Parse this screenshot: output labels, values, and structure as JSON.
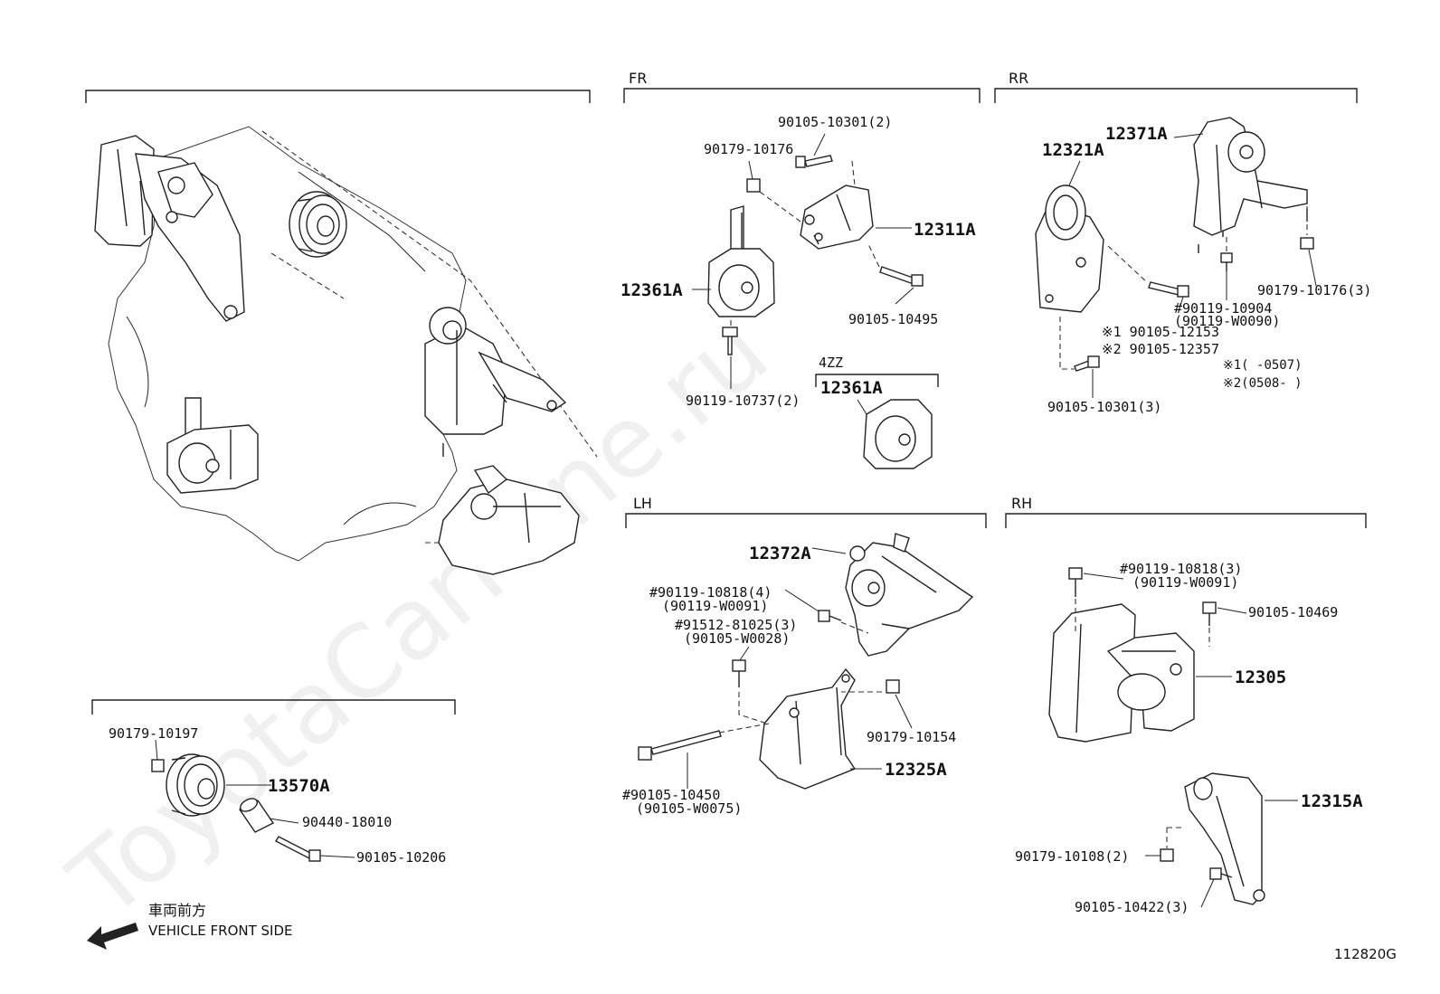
{
  "watermark": "ToyotaCarMine.ru",
  "sections": {
    "fr": "FR",
    "rr": "RR",
    "lh": "LH",
    "rh": "RH",
    "fr_variant": "4ZZ"
  },
  "callouts": {
    "fr_bolt_top": "90105-10301(2)",
    "fr_nut": "90179-10176",
    "fr_bracket": "12311A",
    "fr_insulator": "12361A",
    "fr_bolt_long": "90105-10495",
    "fr_bolt_bottom": "90119-10737(2)",
    "fr_4zz_insulator": "12361A",
    "rr_insulator": "12321A",
    "rr_bracket": "12371A",
    "rr_nut": "90179-10176(3)",
    "rr_bolt_a": "#90119-10904",
    "rr_bolt_a_alt": "(90119-W0090)",
    "rr_bolt_b": "※1 90105-12153",
    "rr_bolt_c": "※2 90105-12357",
    "rr_note_1": "※1(        -0507)",
    "rr_note_2": "※2(0508-        )",
    "rr_bolt_d": "90105-10301(3)",
    "lh_mount": "12372A",
    "lh_bolt_a": "#90119-10818(4)",
    "lh_bolt_a_alt": "(90119-W0091)",
    "lh_bolt_b": "#91512-81025(3)",
    "lh_bolt_b_alt": "(90105-W0028)",
    "lh_nut": "90179-10154",
    "lh_bracket": "12325A",
    "lh_bolt_long": "#90105-10450",
    "lh_bolt_long_alt": "(90105-W0075)",
    "rh_bolt_a": "#90119-10818(3)",
    "rh_bolt_a_alt": "(90119-W0091)",
    "rh_bolt_b": "90105-10469",
    "rh_mount": "12305",
    "rh_bracket": "12315A",
    "rh_nut": "90179-10108(2)",
    "rh_bolt_c": "90105-10422(3)",
    "damper_nut": "90179-10197",
    "damper": "13570A",
    "damper_collar": "90440-18010",
    "damper_bolt": "90105-10206"
  },
  "direction": {
    "japanese": "車両前方",
    "english": "VEHICLE FRONT SIDE"
  },
  "figure_id": "112820G"
}
